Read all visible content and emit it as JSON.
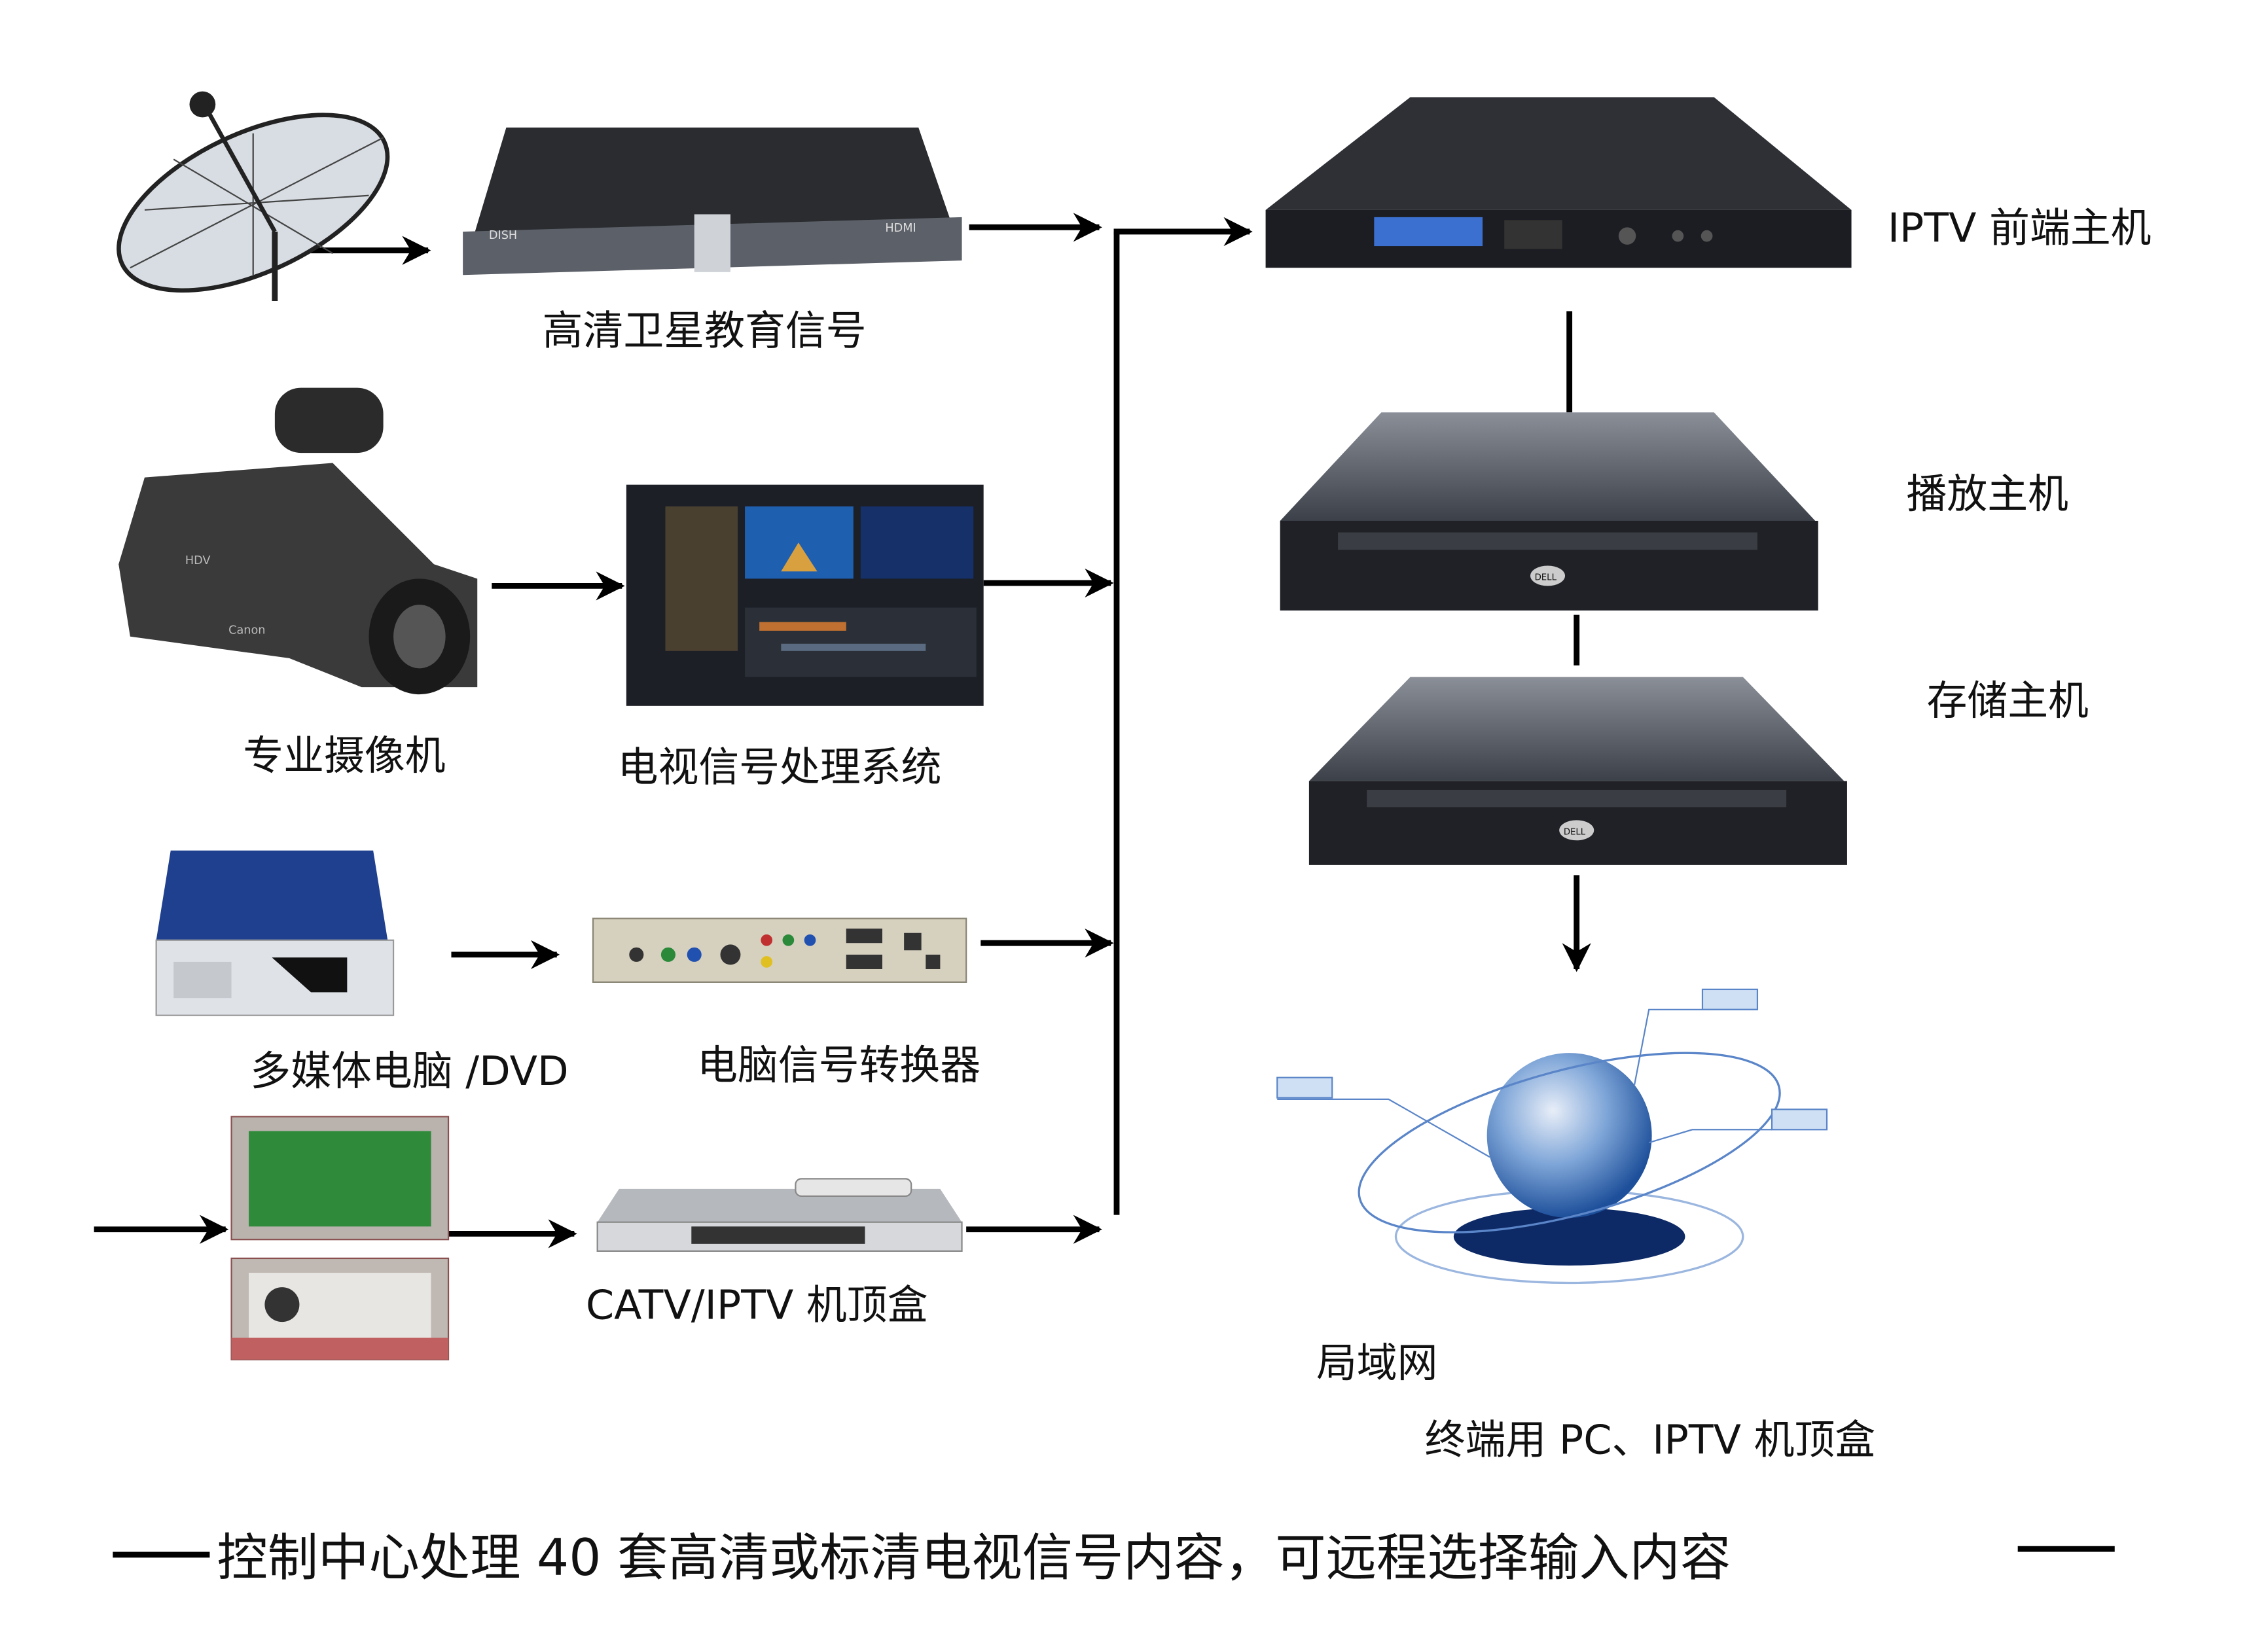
{
  "labels": {
    "satellite_signal": "高清卫星教育信号",
    "pro_camera": "专业摄像机",
    "tv_processing": "电视信号处理系统",
    "multimedia_pc": "多媒体电脑 /DVD",
    "pc_converter": "电脑信号转换器",
    "catv_stb": "CATV/IPTV 机顶盒",
    "iptv_headend": "IPTV 前端主机",
    "playout_server": "播放主机",
    "storage_server": "存储主机",
    "lan": "局域网",
    "terminals": "终端用 PC、IPTV 机顶盒"
  },
  "device_text": {
    "stb_brand": "DISH",
    "stb_hdmi": "HDMI",
    "server_brand": "DELL",
    "camera_brand": "Canon",
    "camera_hdv": "HDV"
  },
  "footer": {
    "caption": "控制中心处理 40 套高清或标清电视信号内容，可远程选择输入内容"
  },
  "colors": {
    "line": "#000000",
    "globe": "#2f6fc0",
    "pc_case": "#1f3f8f"
  }
}
